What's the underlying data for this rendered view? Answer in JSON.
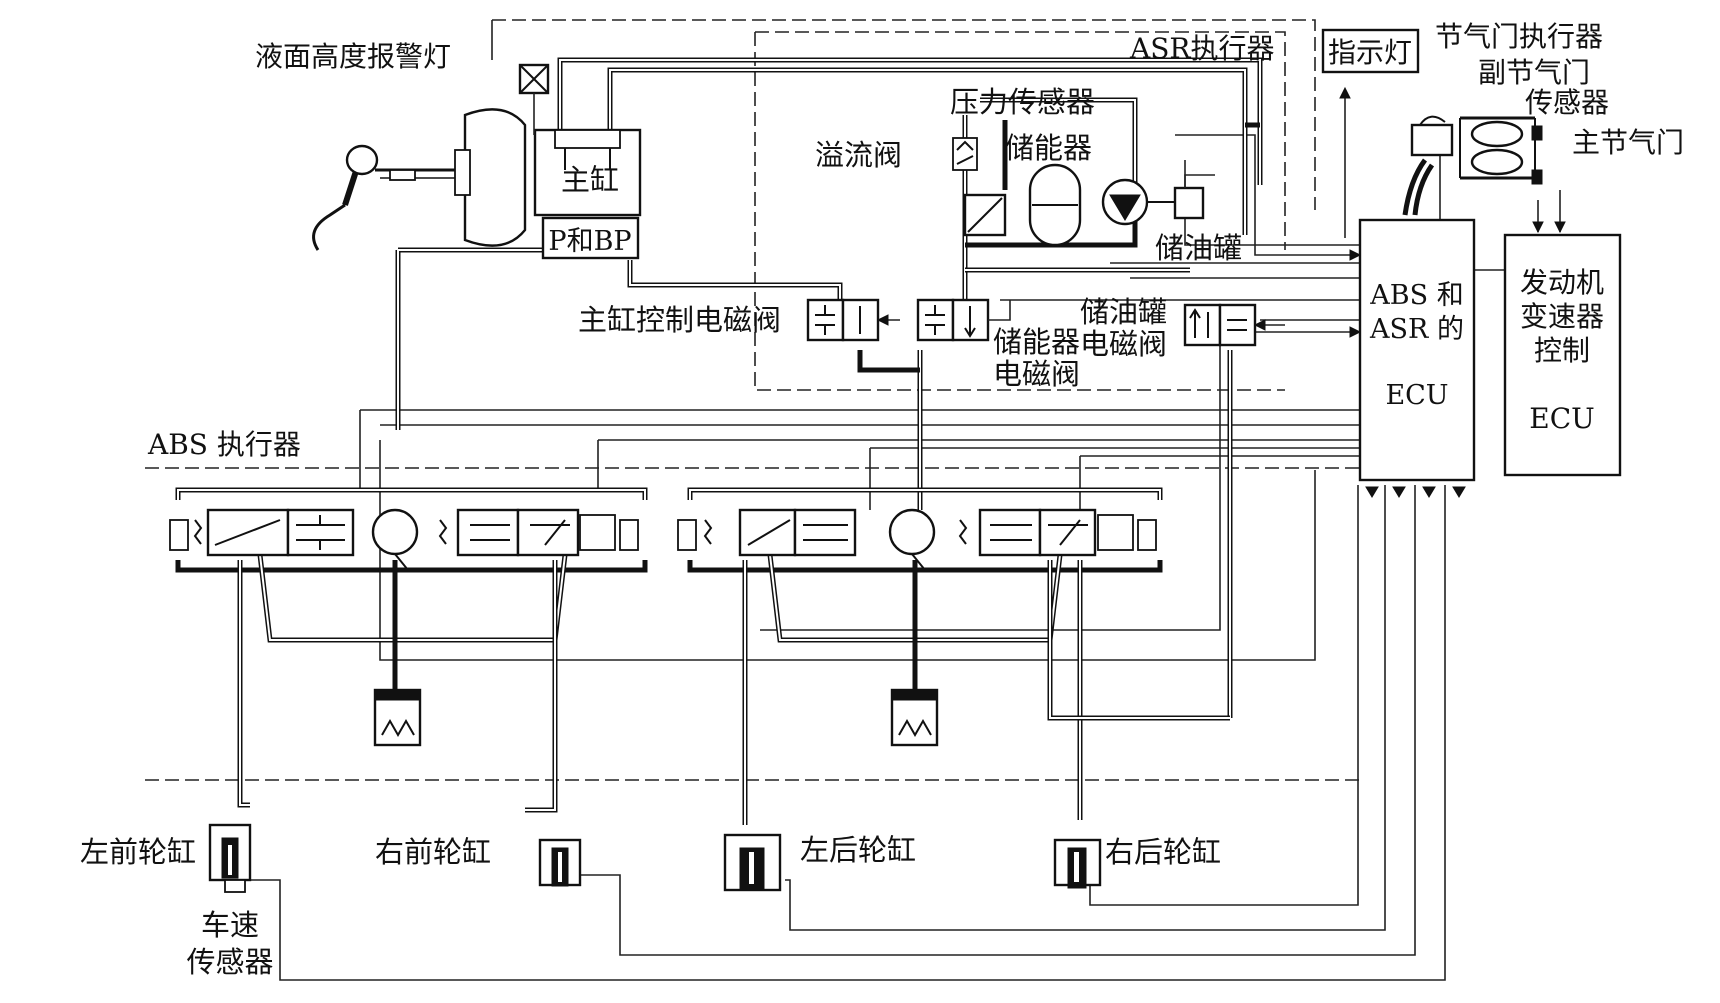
{
  "labels": {
    "level_warning_lamp": "液面高度报警灯",
    "asr_actuator": "ASR执行器",
    "indicator_lamp": "指示灯",
    "throttle_actuator": "节气门执行器",
    "sub_throttle_sensor_1": "副节气门",
    "sub_throttle_sensor_2": "传感器",
    "main_throttle": "主节气门",
    "pressure_sensor": "压力传感器",
    "accumulator": "储能器",
    "relief_valve": "溢流阀",
    "master_cylinder": "主缸",
    "p_and_bp": "P和BP",
    "reservoir": "储油罐",
    "master_cyl_solenoid": "主缸控制电磁阀",
    "accumulator_solenoid_1": "储能器",
    "accumulator_solenoid_2": "电磁阀",
    "reservoir_solenoid_1": "储油罐",
    "reservoir_solenoid_2": "电磁阀",
    "abs_asr_ecu_1": "ABS 和",
    "abs_asr_ecu_2": "ASR 的",
    "abs_asr_ecu_3": "ECU",
    "engine_ecu_1": "发动机",
    "engine_ecu_2": "变速器",
    "engine_ecu_3": "控制",
    "engine_ecu_4": "ECU",
    "abs_actuator": "ABS 执行器",
    "front_left_cylinder": "左前轮缸",
    "front_right_cylinder": "右前轮缸",
    "rear_left_cylinder": "左后轮缸",
    "rear_right_cylinder": "右后轮缸",
    "speed_sensor_1": "车速",
    "speed_sensor_2": "传感器"
  }
}
